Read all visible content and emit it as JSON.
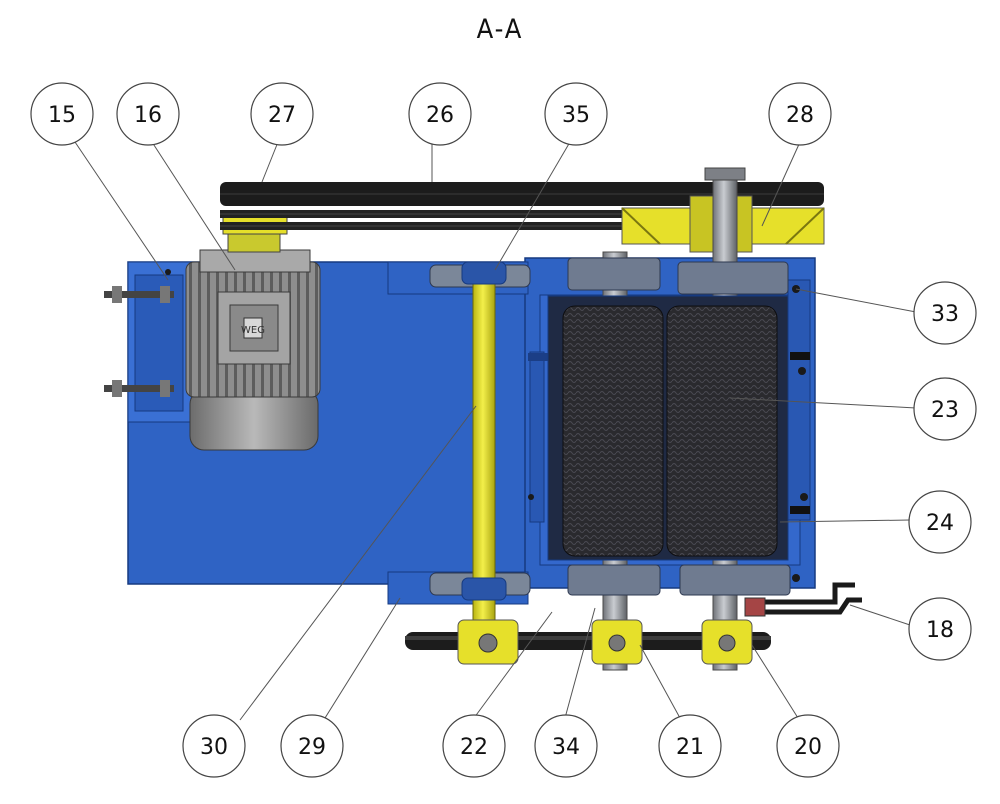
{
  "title": "A-A",
  "colors": {
    "frame_blue": "#2f63c4",
    "frame_blue_dark": "#1e4690",
    "frame_blue_light": "#3c74d8",
    "belt_black": "#1c1c1c",
    "shaft_yellow": "#e6e02a",
    "motor_grey": "#9b9b9b",
    "roller_dark": "#26262a",
    "steel_grey": "#8a8d93"
  },
  "callouts": [
    {
      "label": "15"
    },
    {
      "label": "16"
    },
    {
      "label": "27"
    },
    {
      "label": "26"
    },
    {
      "label": "35"
    },
    {
      "label": "28"
    },
    {
      "label": "33"
    },
    {
      "label": "23"
    },
    {
      "label": "24"
    },
    {
      "label": "18"
    },
    {
      "label": "30"
    },
    {
      "label": "29"
    },
    {
      "label": "22"
    },
    {
      "label": "34"
    },
    {
      "label": "21"
    },
    {
      "label": "20"
    }
  ]
}
